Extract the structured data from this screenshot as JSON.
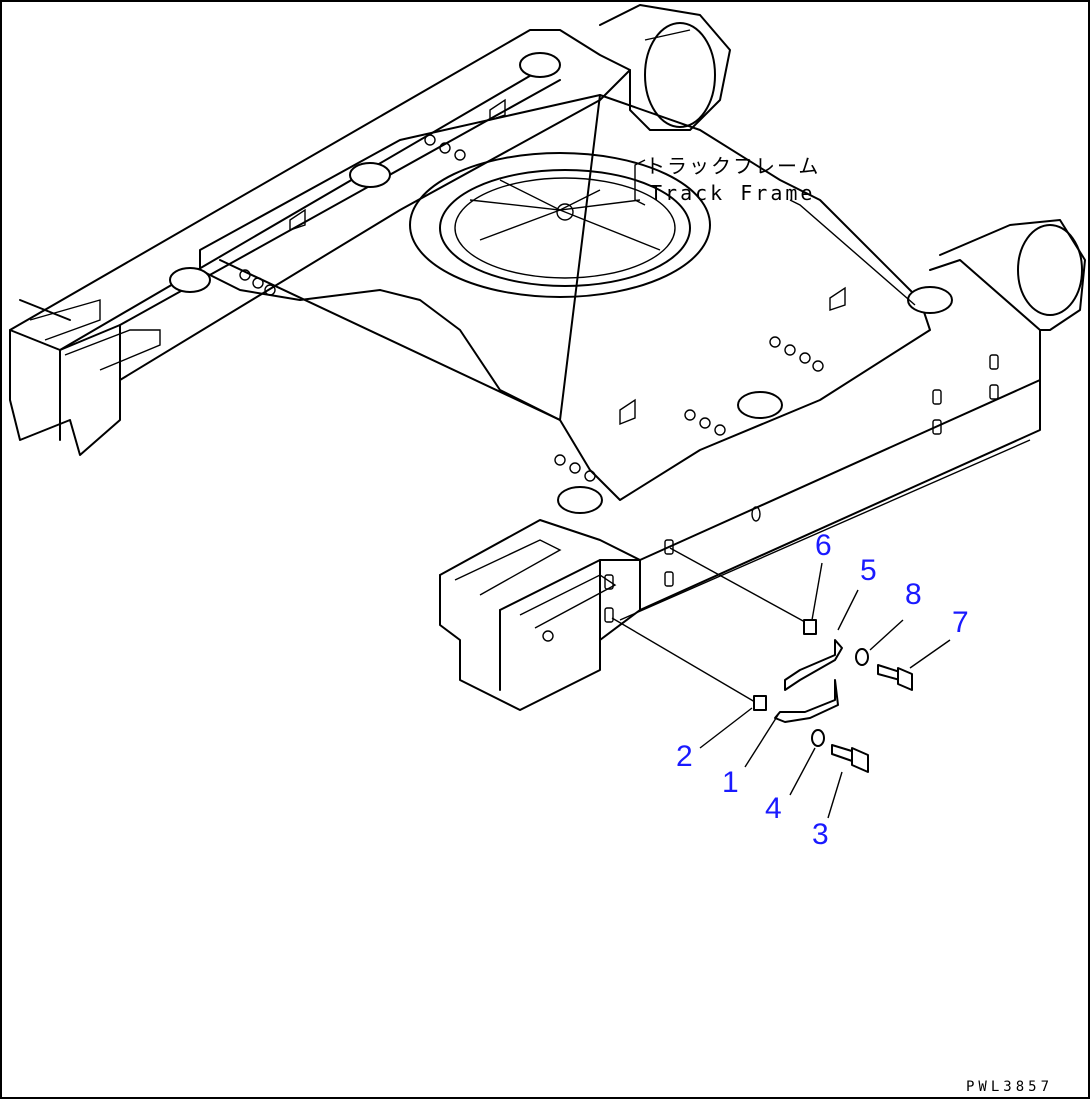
{
  "labels": {
    "jp": "トラックフレーム",
    "en": "Track Frame"
  },
  "drawing_code": "PWL3857",
  "callouts": [
    {
      "id": "1",
      "text": "1"
    },
    {
      "id": "2",
      "text": "2"
    },
    {
      "id": "3",
      "text": "3"
    },
    {
      "id": "4",
      "text": "4"
    },
    {
      "id": "5",
      "text": "5"
    },
    {
      "id": "6",
      "text": "6"
    },
    {
      "id": "7",
      "text": "7"
    },
    {
      "id": "8",
      "text": "8"
    }
  ],
  "colors": {
    "callout": "#1a1aff",
    "line": "#000000",
    "background": "#ffffff"
  }
}
